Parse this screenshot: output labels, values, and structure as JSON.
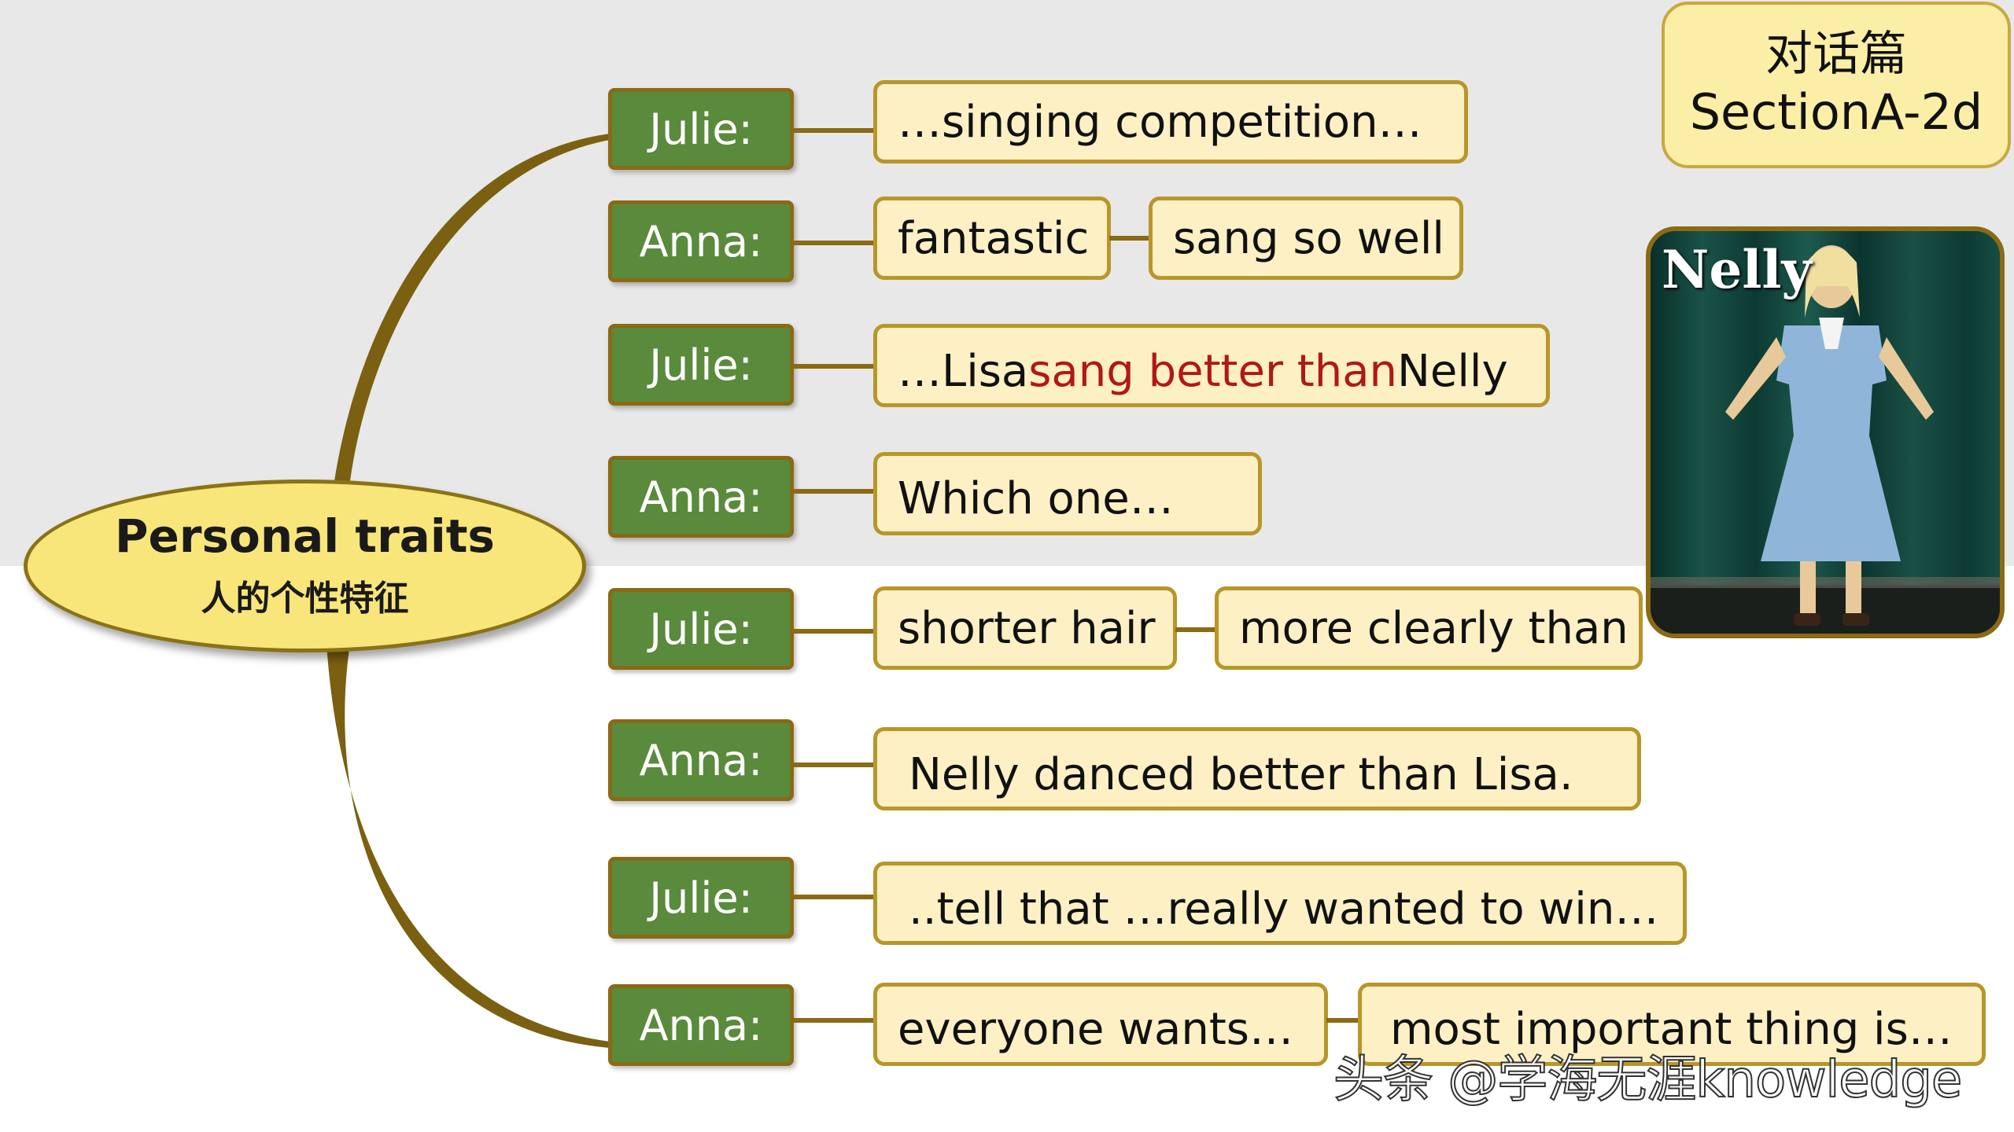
{
  "badge": {
    "line1": "对话篇",
    "line2": "SectionA-2d"
  },
  "center": {
    "title": "Personal traits",
    "subtitle": "人的个性特征"
  },
  "photo": {
    "caption": "Nelly"
  },
  "watermark": "头条 @学海无涯knowledge",
  "colors": {
    "speaker_bg": "#5a8a3c",
    "box_bg": "#fdf0c4",
    "branch": "#7a6010",
    "center_bg": "#f8e67a",
    "highlight": "#b01818"
  },
  "rows": [
    {
      "speaker": "Julie:",
      "boxes": [
        "…singing competition…"
      ]
    },
    {
      "speaker": "Anna:",
      "boxes": [
        "fantastic",
        "sang so well"
      ]
    },
    {
      "speaker": "Julie:",
      "line": {
        "before": "…Lisa ",
        "highlight": "sang better than",
        "after": " Nelly"
      }
    },
    {
      "speaker": "Anna:",
      "boxes": [
        "Which one…"
      ]
    },
    {
      "speaker": "Julie:",
      "boxes": [
        "shorter hair",
        "more clearly than"
      ]
    },
    {
      "speaker": "Anna:",
      "boxes": [
        "Nelly danced better than Lisa."
      ]
    },
    {
      "speaker": "Julie:",
      "boxes": [
        "..tell that …really wanted to win…"
      ]
    },
    {
      "speaker": "Anna:",
      "boxes": [
        "everyone wants…",
        "most important thing is…"
      ]
    }
  ]
}
